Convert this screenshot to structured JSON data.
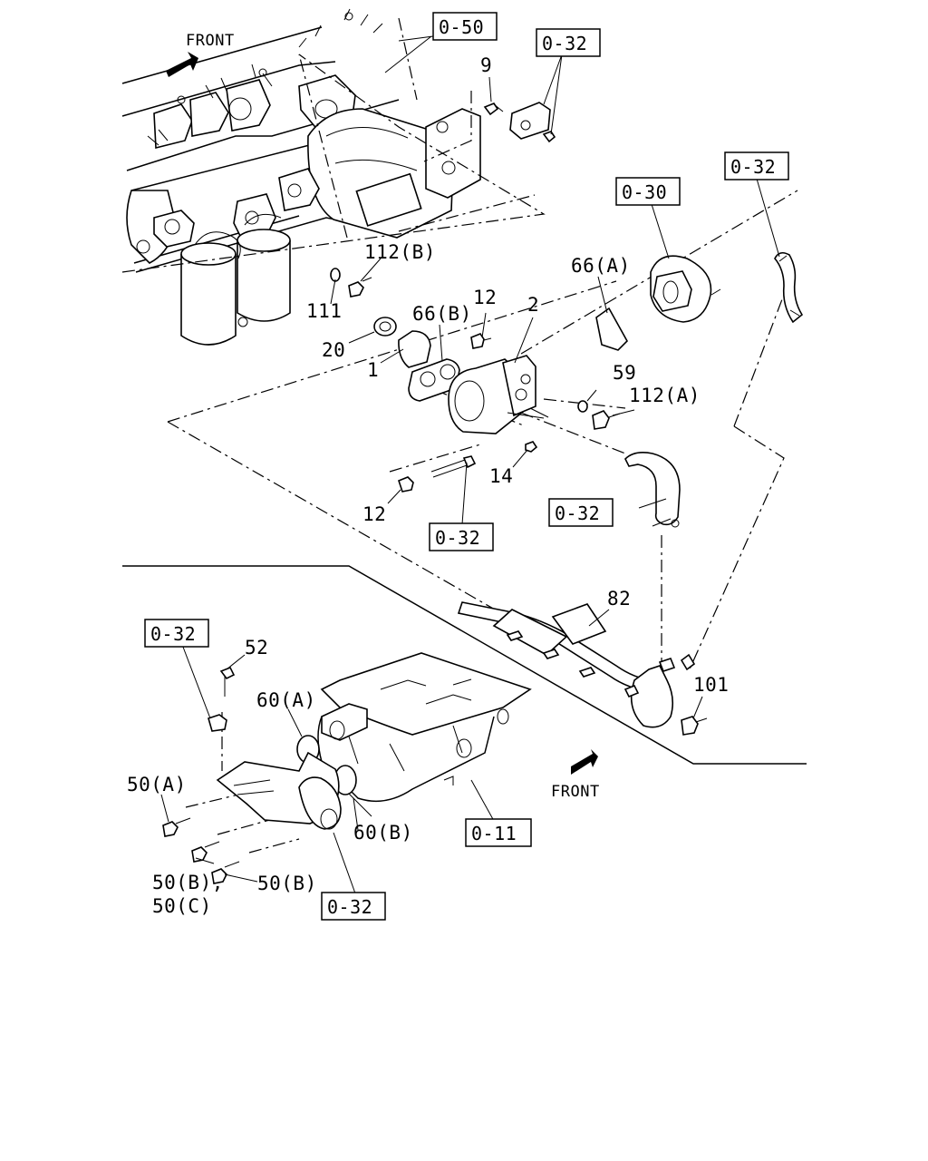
{
  "front_labels": {
    "top": "FRONT",
    "bottom": "FRONT"
  },
  "ref_boxes": {
    "r050": "0-50",
    "r032_a": "0-32",
    "r032_b": "0-32",
    "r030": "0-30",
    "r032_c": "0-32",
    "r032_d": "0-32",
    "r032_e": "0-32",
    "r011": "0-11",
    "r032_f": "0-32"
  },
  "callouts": {
    "c9": "9",
    "c112b": "112(B)",
    "c111": "111",
    "c66a": "66(A)",
    "c12a": "12",
    "c66b": "66(B)",
    "c2": "2",
    "c20": "20",
    "c1": "1",
    "c59": "59",
    "c112a": "112(A)",
    "c14": "14",
    "c12b": "12",
    "c82": "82",
    "c52": "52",
    "c60a": "60(A)",
    "c101": "101",
    "c50a": "50(A)",
    "c60b": "60(B)",
    "c50b1": "50(B),",
    "c50c": "50(C)",
    "c50b2": "50(B)"
  }
}
